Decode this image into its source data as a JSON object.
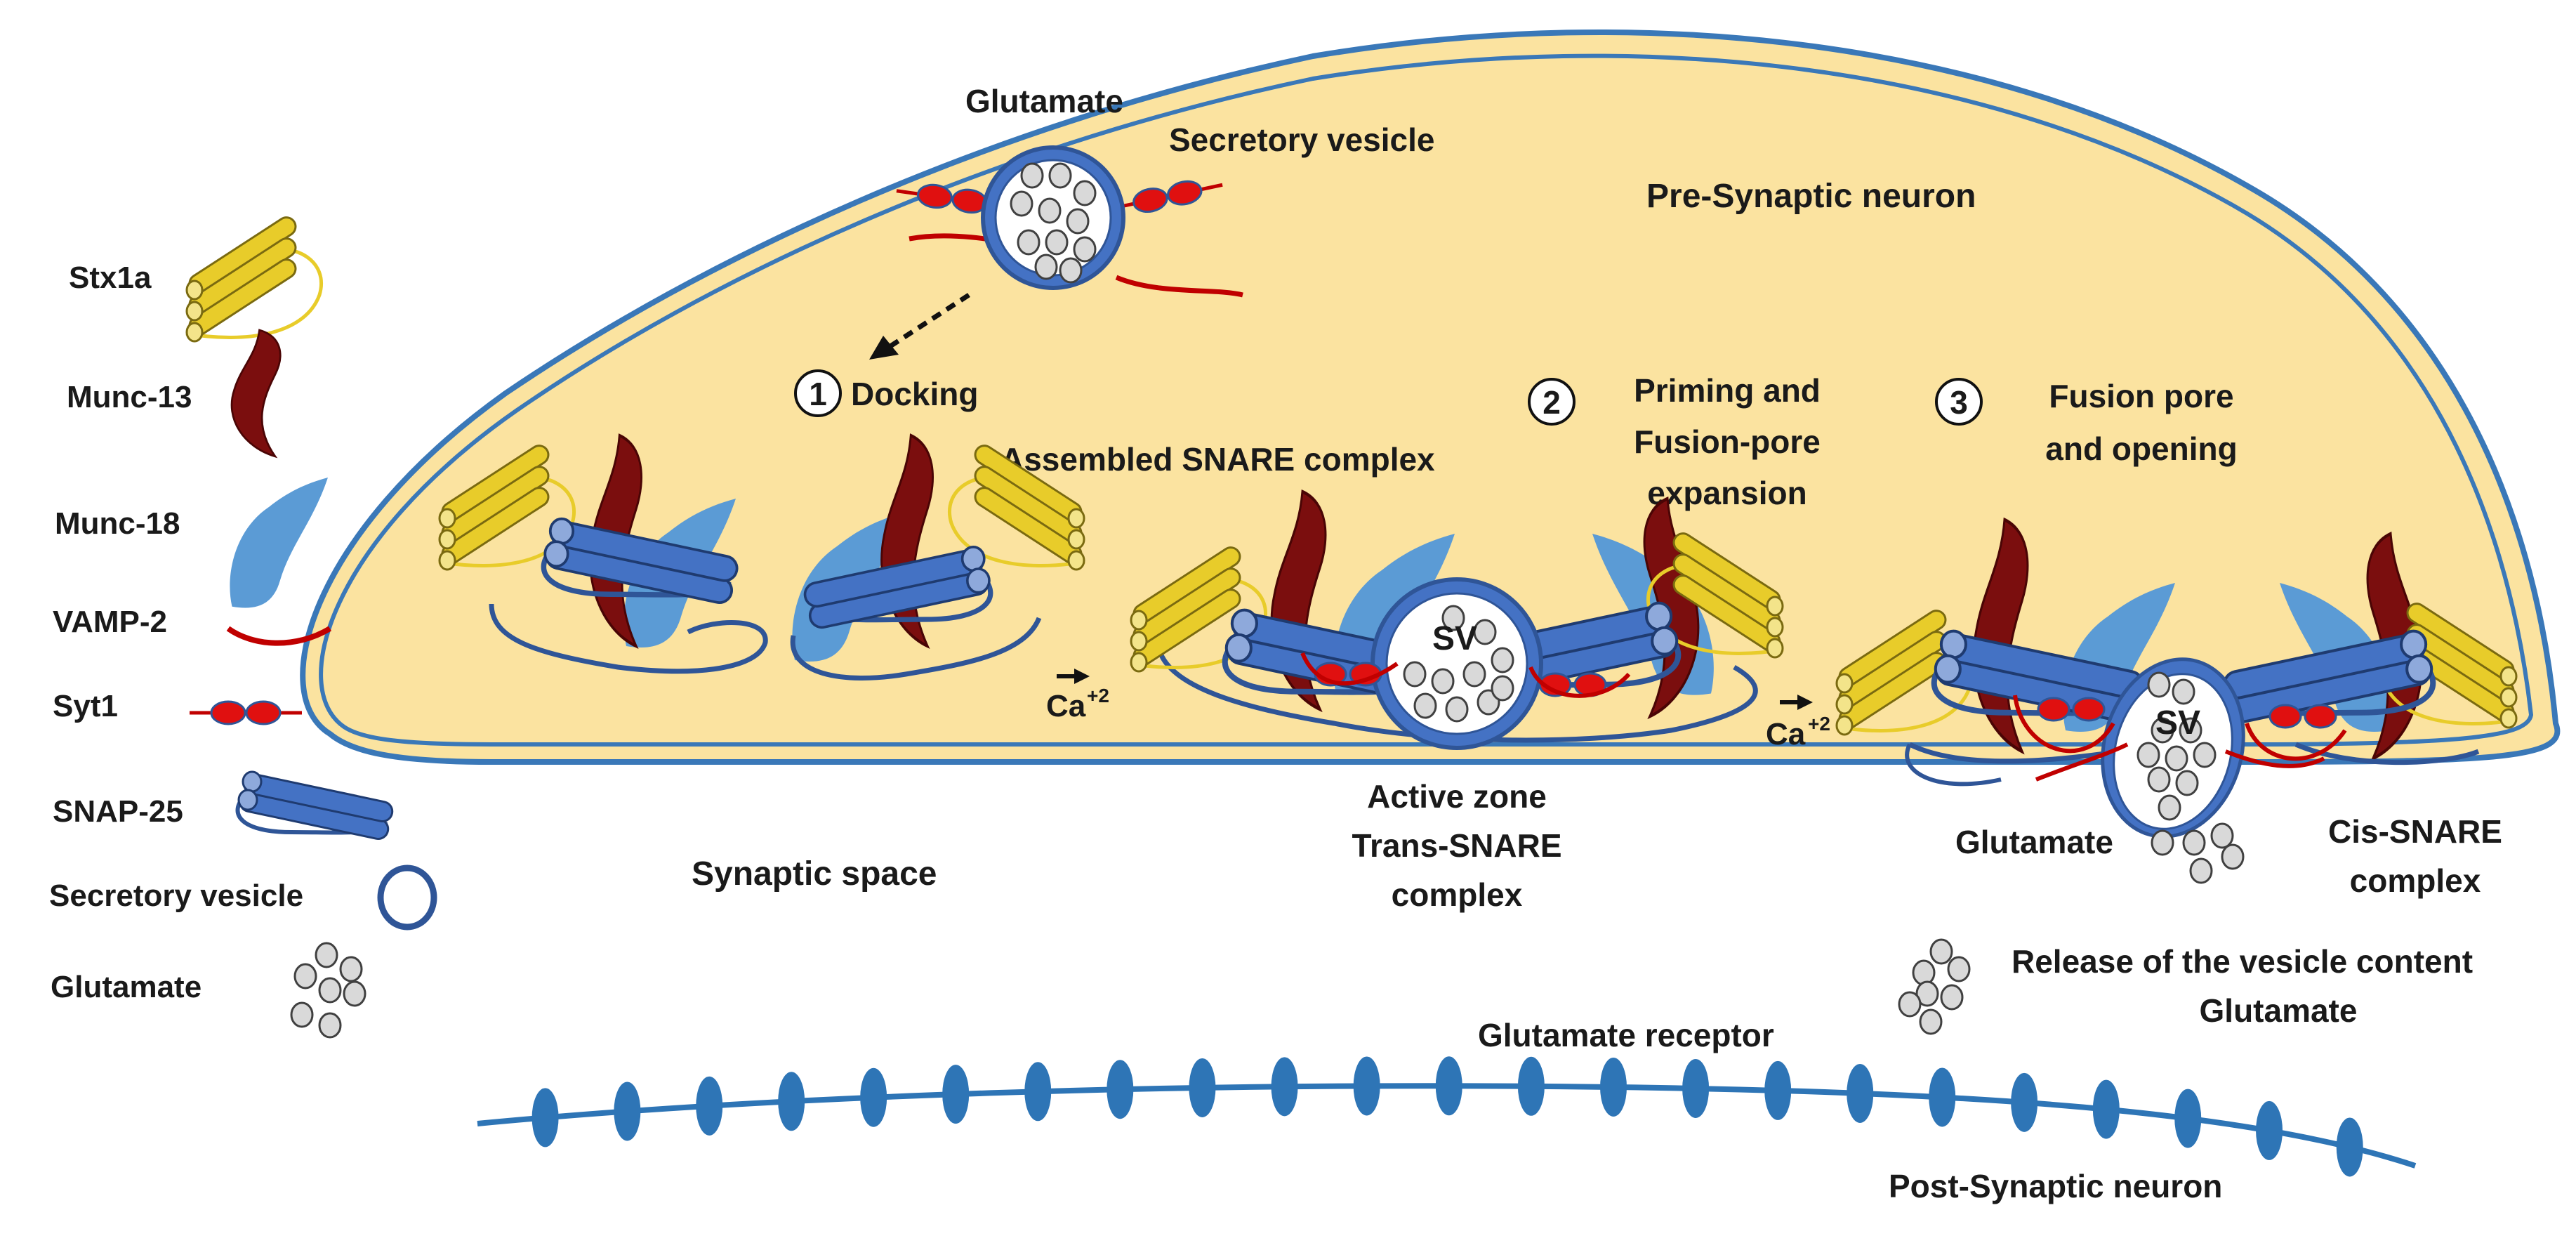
{
  "legend": {
    "stx1a": "Stx1a",
    "munc13": "Munc-13",
    "munc18": "Munc-18",
    "vamp2": "VAMP-2",
    "syt1": "Syt1",
    "snap25": "SNAP-25",
    "vesicle": "Secretory vesicle",
    "glutamate": "Glutamate"
  },
  "regions": {
    "presynaptic": "Pre-Synaptic neuron",
    "synaptic_space": "Synaptic space",
    "postsynaptic": "Post-Synaptic neuron",
    "receptor": "Glutamate receptor"
  },
  "top_vesicle": {
    "glutamate": "Glutamate",
    "secretory": "Secretory vesicle"
  },
  "steps": [
    {
      "num": "1",
      "line1": "Docking",
      "line2": "",
      "line3": ""
    },
    {
      "num": "2",
      "line1": "Priming and",
      "line2": "Fusion-pore",
      "line3": "expansion"
    },
    {
      "num": "3",
      "line1": "Fusion pore",
      "line2": "and opening",
      "line3": ""
    }
  ],
  "labels": {
    "assembled": "Assembled SNARE complex",
    "active_zone_1": "Active zone",
    "active_zone_2": "Trans-SNARE",
    "active_zone_3": "complex",
    "cis_1": "Cis-SNARE",
    "cis_2": "complex",
    "glutamate_release": "Glutamate",
    "release_1": "Release of the vesicle content",
    "release_2": "Glutamate",
    "sv": "SV",
    "ca": "Ca",
    "ca_sup": "+2"
  },
  "colors": {
    "cytoplasm": "#FBE3A0",
    "membrane": "#3A78B8",
    "stx": "#E8CC2A",
    "munc13": "#7B0E0E",
    "munc18": "#5B9BD5",
    "vamp": "#C00000",
    "syt": "#E01010",
    "snap": "#4472C4",
    "snap_light": "#8EA9DB",
    "vesicle_ring": "#2F5597",
    "receptor": "#2E75B6"
  }
}
